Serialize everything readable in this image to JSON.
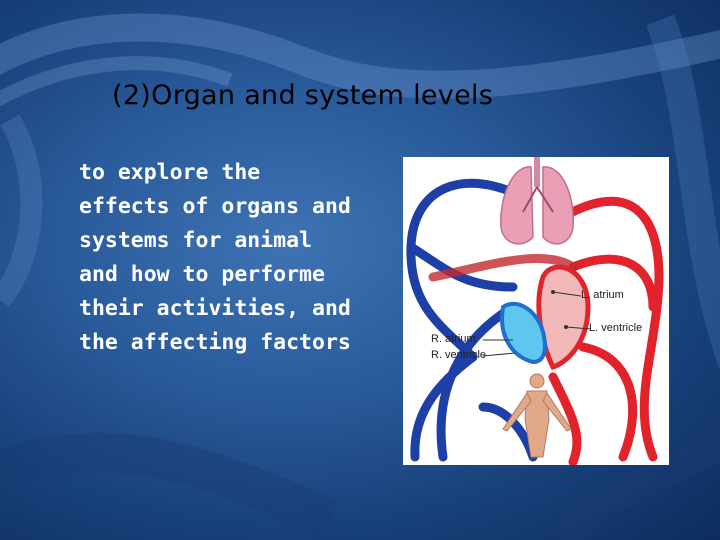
{
  "slide": {
    "title": "(2)Organ and system levels",
    "body": "to explore the\neffects of organs and\nsystems for animal\nand how to performe\ntheir activities, and\nthe affecting factors"
  },
  "figure": {
    "labels": {
      "l_atrium": "L. atrium",
      "l_ventricle": "L. ventricle",
      "r_atrium": "R. atrium",
      "r_ventricle": "R. ventricle"
    }
  },
  "colors": {
    "background": "#2a5c9c",
    "title_text": "#000000",
    "body_text": "#ffffff",
    "arterial": "#e2232b",
    "venous": "#1f3fa8",
    "lungs": "#e9a0b4"
  }
}
